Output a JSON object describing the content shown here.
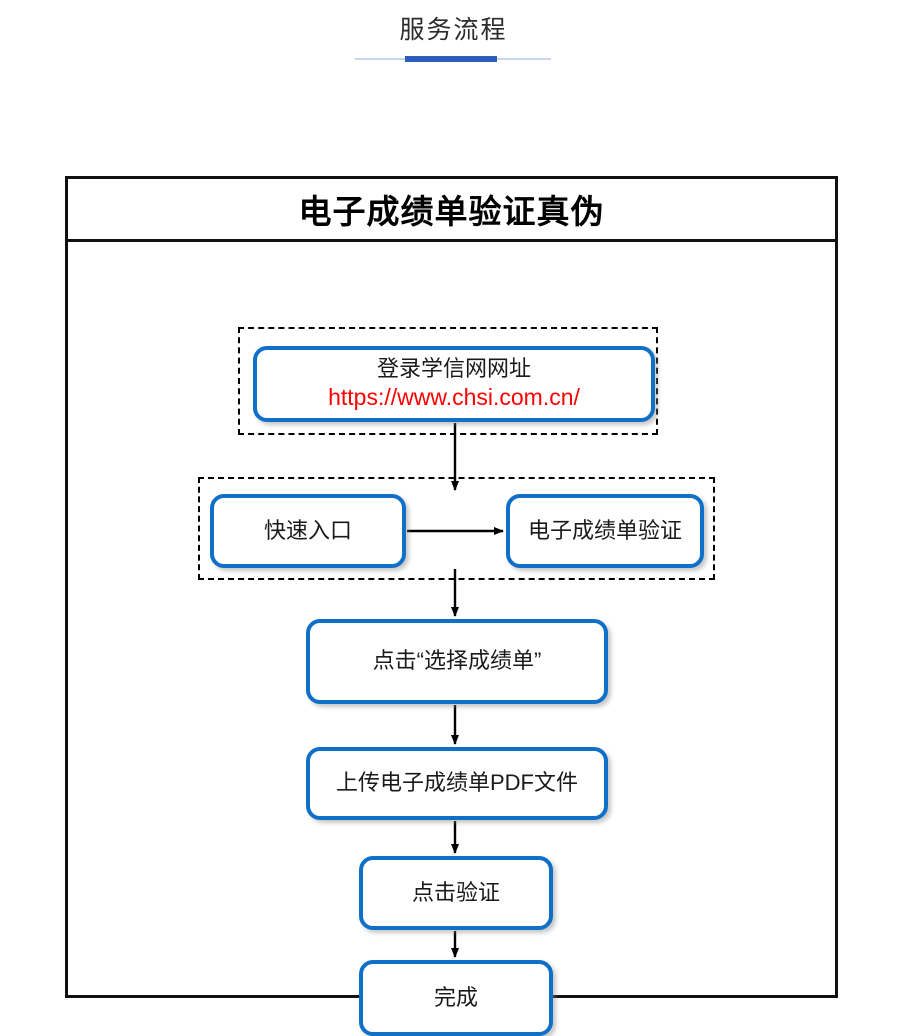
{
  "header": {
    "title": "服务流程",
    "rule_color": "#c8d6ea",
    "accent_color": "#2c5fb9"
  },
  "card": {
    "title": "电子成绩单验证真伪",
    "border_color": "#111111",
    "node_border_color": "#1070c8",
    "url_color": "#ff0000",
    "arrow_color": "#000000"
  },
  "flow": {
    "nodes": [
      {
        "id": "login-url",
        "label": "登录学信网网址",
        "url": "https://www.chsi.com.cn/",
        "grouped": true
      },
      {
        "id": "quick-entry",
        "label": "快速入口",
        "grouped": true
      },
      {
        "id": "transcript-verify",
        "label": "电子成绩单验证",
        "grouped": true
      },
      {
        "id": "select-transcript",
        "label": "点击“选择成绩单”",
        "grouped": false
      },
      {
        "id": "upload-pdf",
        "label": "上传电子成绩单PDF文件",
        "grouped": false
      },
      {
        "id": "click-verify",
        "label": "点击验证",
        "grouped": false
      },
      {
        "id": "finish",
        "label": "完成",
        "grouped": false
      }
    ],
    "connectors": [
      {
        "from": "login-url",
        "to": "quick-entry",
        "direction": "down"
      },
      {
        "from": "quick-entry",
        "to": "transcript-verify",
        "direction": "right"
      },
      {
        "from": "transcript-verify",
        "to": "select-transcript",
        "direction": "down"
      },
      {
        "from": "select-transcript",
        "to": "upload-pdf",
        "direction": "down"
      },
      {
        "from": "upload-pdf",
        "to": "click-verify",
        "direction": "down"
      },
      {
        "from": "click-verify",
        "to": "finish",
        "direction": "down"
      }
    ]
  }
}
